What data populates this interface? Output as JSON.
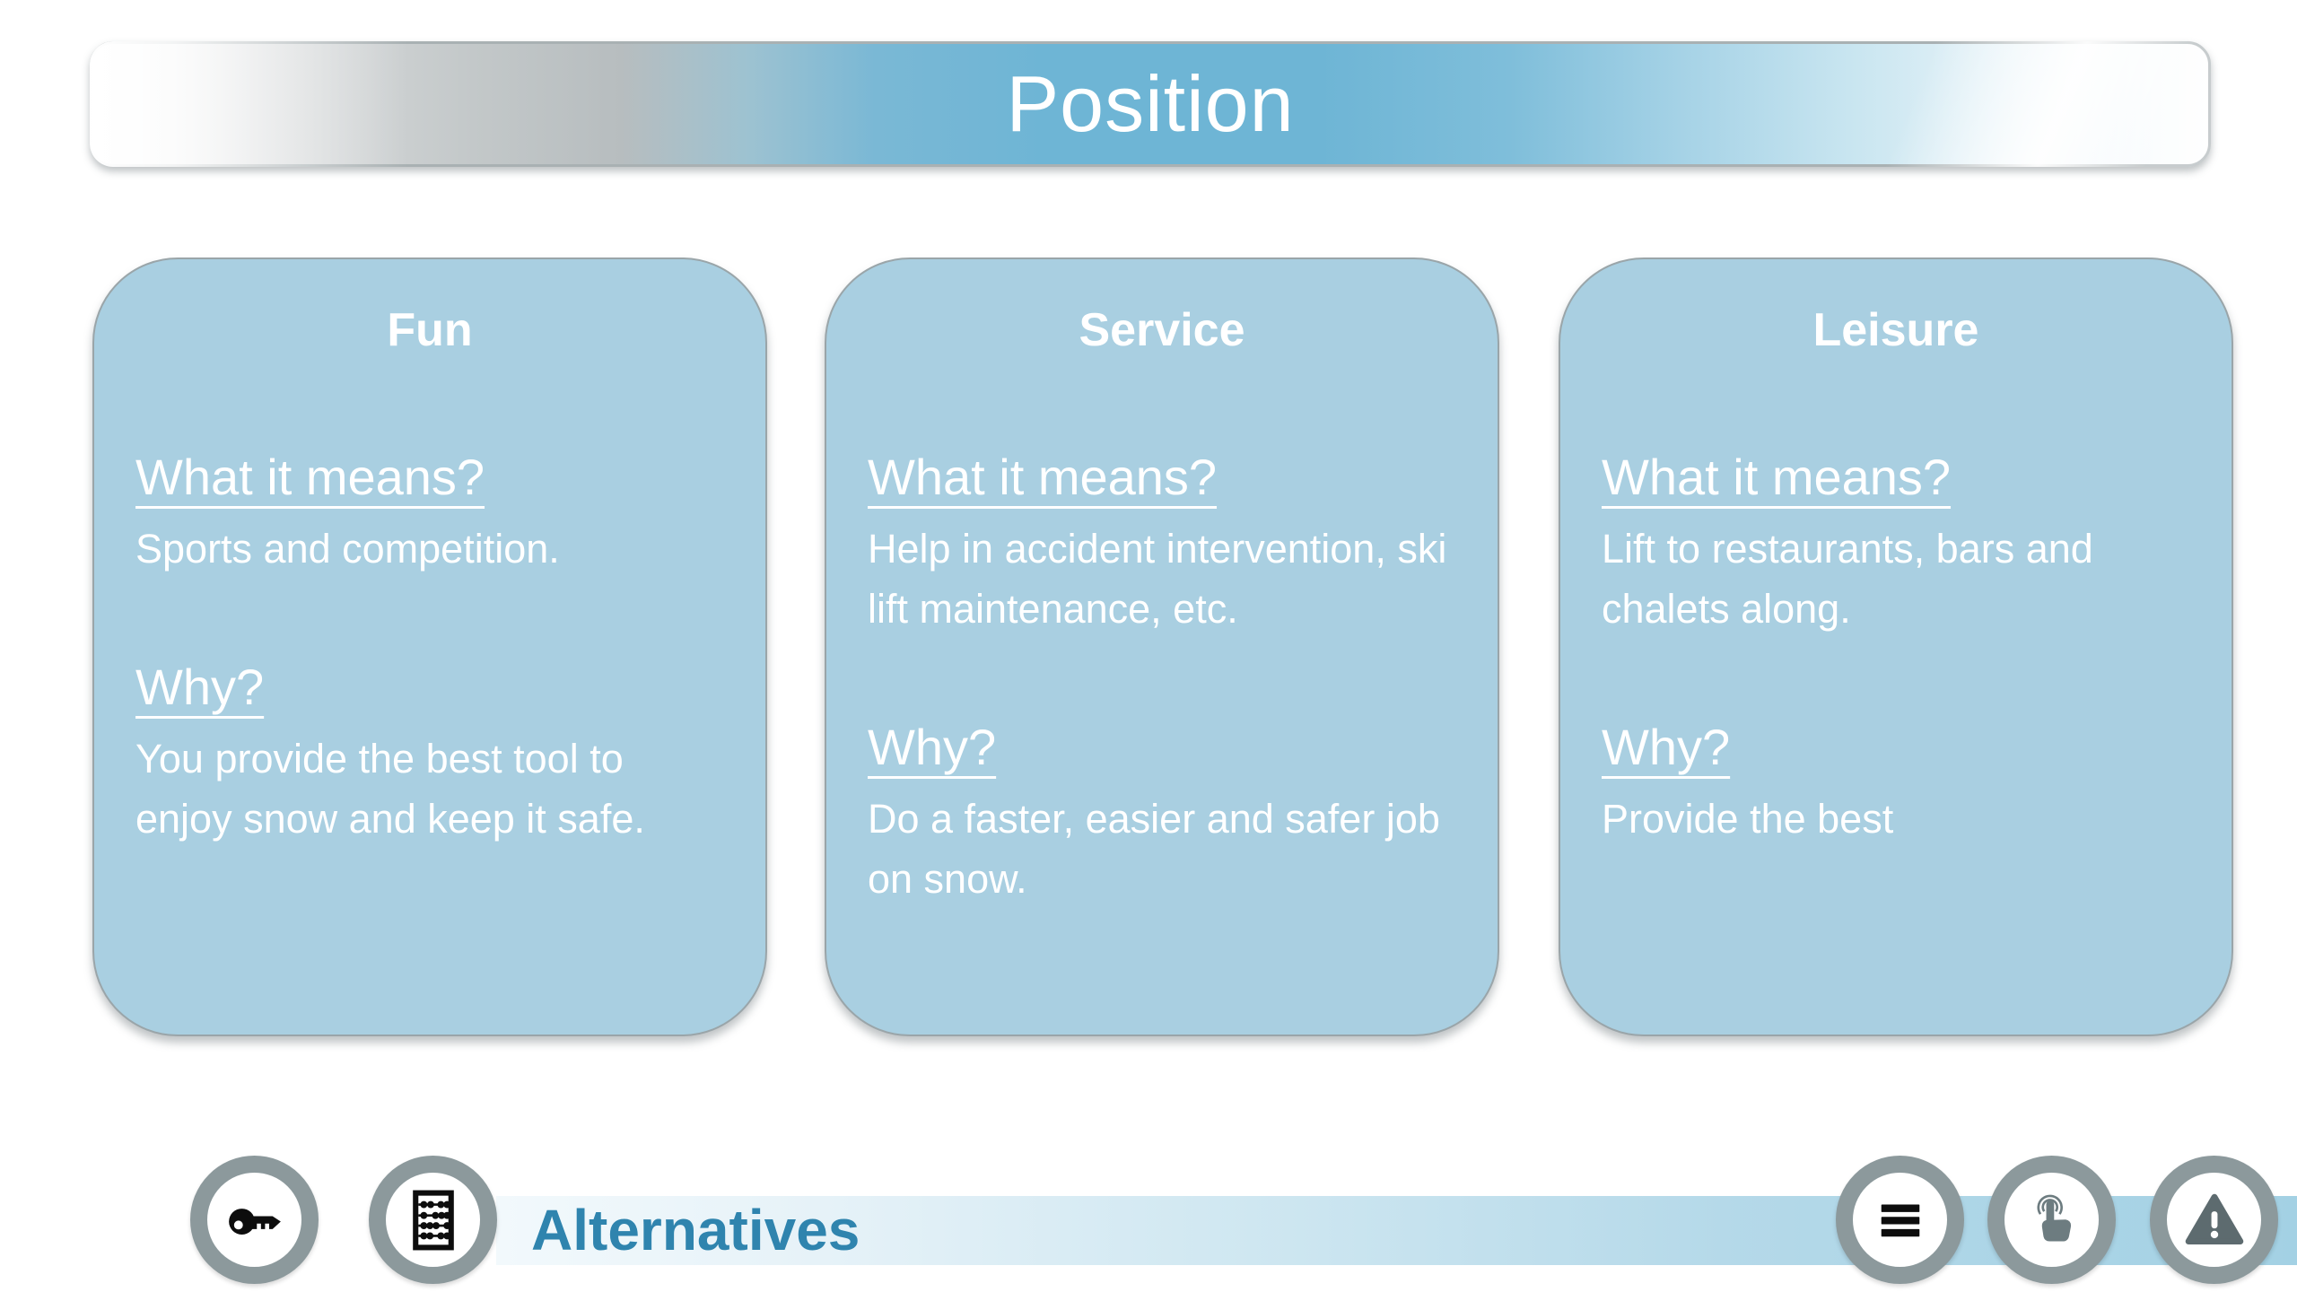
{
  "slide": {
    "title": "Position",
    "cards": [
      {
        "title": "Fun",
        "sections": [
          {
            "heading": "What it means?",
            "body": "Sports and competition."
          },
          {
            "heading": "Why?",
            "body": "You provide the best tool to enjoy snow and keep it safe."
          }
        ]
      },
      {
        "title": "Service",
        "sections": [
          {
            "heading": "What it means?",
            "body": "Help in accident intervention, ski lift maintenance, etc."
          },
          {
            "heading": "Why?",
            "body": "Do a faster, easier and safer job on snow."
          }
        ]
      },
      {
        "title": "Leisure",
        "sections": [
          {
            "heading": "What it means?",
            "body": "Lift to restaurants, bars and chalets along."
          },
          {
            "heading": "Why?",
            "body": "Provide the best"
          }
        ]
      }
    ],
    "footer": {
      "label": "Alternatives",
      "left_icons": [
        "key-icon",
        "abacus-icon"
      ],
      "right_icons": [
        "menu-icon",
        "touch-gesture-icon",
        "warning-icon"
      ]
    },
    "colors": {
      "card_fill": "#a9cfe1",
      "banner_blue": "#6eb5d5",
      "footer_band_blue": "#a3d1e4",
      "icon_ring_gray": "#8c999c",
      "alternatives_text": "#2f84ae",
      "card_text": "#ffffff"
    }
  }
}
